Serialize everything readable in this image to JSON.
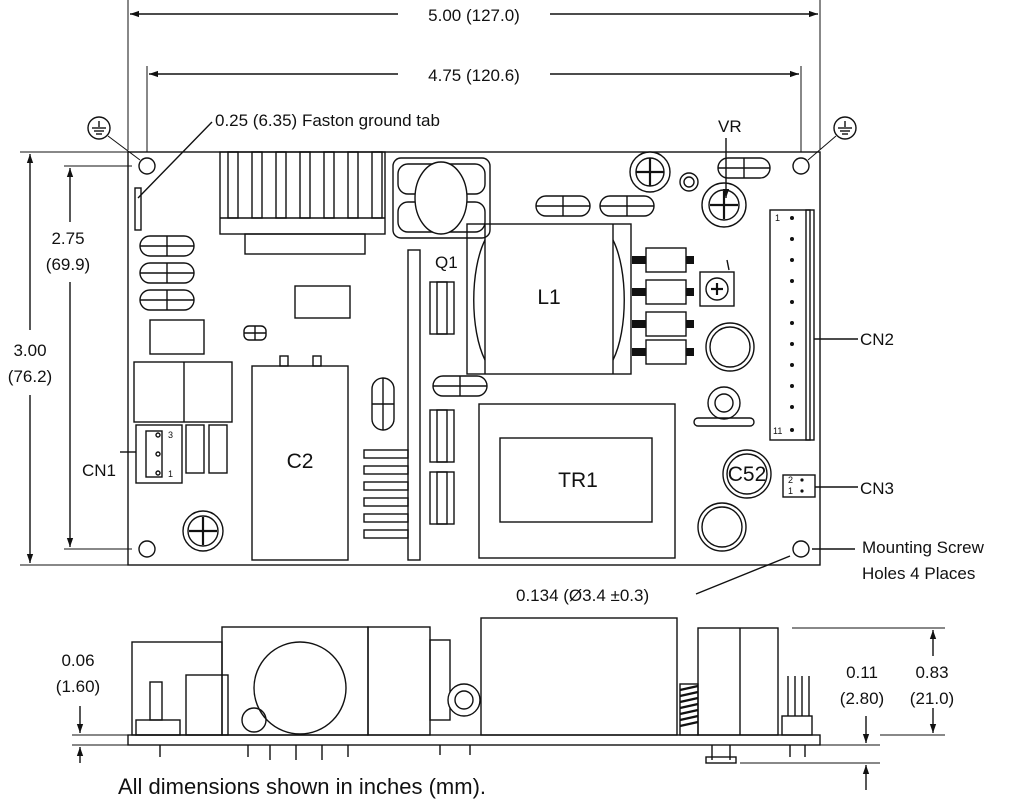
{
  "dimensions": {
    "overall_width": "5.00 (127.0)",
    "hole_spacing_width": "4.75 (120.6)",
    "overall_height_in": "3.00",
    "overall_height_mm": "(76.2)",
    "hole_spacing_height_in": "2.75",
    "hole_spacing_height_mm": "(69.9)",
    "pcb_thickness_in": "0.06",
    "pcb_thickness_mm": "(1.60)",
    "lead_length_in": "0.11",
    "lead_length_mm": "(2.80)",
    "overall_depth_in": "0.83",
    "overall_depth_mm": "(21.0)",
    "hole_diameter": "0.134 (Ø3.4 ±0.3)"
  },
  "callouts": {
    "faston": "0.25 (6.35) Faston ground tab",
    "mounting_line1": "Mounting Screw",
    "mounting_line2": "Holes 4 Places"
  },
  "components": {
    "vr": "VR",
    "q1": "Q1",
    "l1": "L1",
    "c2": "C2",
    "tr1": "TR1",
    "c52": "C52",
    "cn1": "CN1",
    "cn2": "CN2",
    "cn3": "CN3"
  },
  "pins": {
    "cn1_top": "3",
    "cn1_bottom": "1",
    "cn2_top": "1",
    "cn2_bottom": "11",
    "cn3_top": "2",
    "cn3_bottom": "1"
  },
  "footnote": "All dimensions shown in inches (mm)."
}
